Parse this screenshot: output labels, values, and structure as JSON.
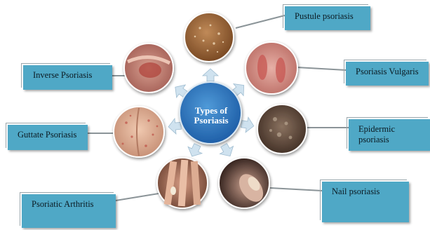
{
  "center": {
    "line1": "Types of",
    "line2": "Psoriasis"
  },
  "types": [
    {
      "key": "pustule",
      "label": "Pustule psoriasis"
    },
    {
      "key": "vulgaris",
      "label": "Psoriasis Vulgaris"
    },
    {
      "key": "epidermic",
      "label": "Epidermic psoriasis"
    },
    {
      "key": "nail",
      "label": "Nail psoriasis"
    },
    {
      "key": "arthritis",
      "label": "Psoriatic Arthritis"
    },
    {
      "key": "guttate",
      "label": "Guttate Psoriasis"
    },
    {
      "key": "inverse",
      "label": "Inverse Psoriasis"
    }
  ],
  "colors": {
    "label_fill": "#4fa8c6",
    "hub_fill": "#2f78bd",
    "arrow_fill": "#cfe2ef",
    "connector": "#8b9498"
  }
}
